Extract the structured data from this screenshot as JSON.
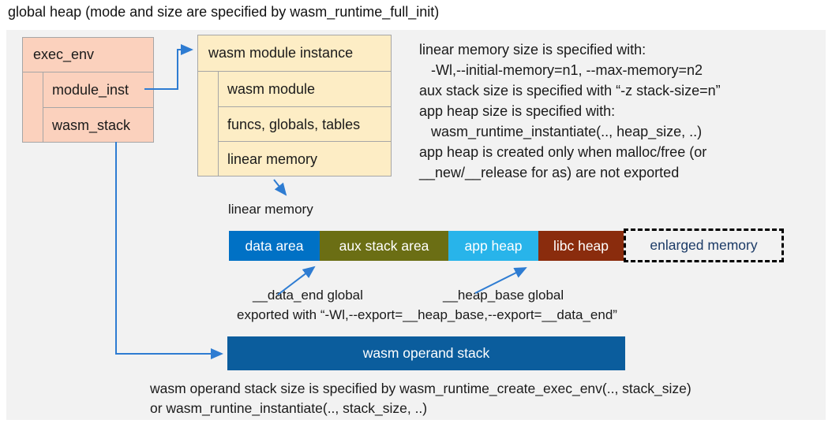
{
  "title": "global heap (mode and size are specified by wasm_runtime_full_init)",
  "exec_env": {
    "header": "exec_env",
    "rows": [
      "module_inst",
      "wasm_stack"
    ]
  },
  "module_instance": {
    "header": "wasm module instance",
    "rows": [
      "wasm module",
      "funcs, globals, tables",
      "linear memory"
    ]
  },
  "notes": {
    "lines": [
      "linear memory size is specified with:",
      "   -Wl,--initial-memory=n1, --max-memory=n2",
      "aux stack size is specified with “-z stack-size=n”",
      "app heap size is specified with:",
      "   wasm_runtime_instantiate(.., heap_size, ..)",
      "app heap is created only when malloc/free (or",
      "__new/__release for as) are not exported"
    ]
  },
  "linear_memory": {
    "label": "linear memory",
    "segments": [
      {
        "label": "data area",
        "color": "#0071c5"
      },
      {
        "label": "aux stack area",
        "color": "#6b6e14"
      },
      {
        "label": "app heap",
        "color": "#28b4ea"
      },
      {
        "label": "libc heap",
        "color": "#8a2c0d"
      }
    ],
    "enlarged": {
      "label": "enlarged memory",
      "text_color": "#1b3a66",
      "border_color": "#000000"
    }
  },
  "globals": {
    "data_end": "__data_end global",
    "heap_base": "__heap_base global",
    "exported": "exported with “-Wl,--export=__heap_base,--export=__data_end”"
  },
  "operand_stack": {
    "label": "wasm operand stack",
    "color": "#0b5d9d",
    "notes": [
      "wasm operand stack size is specified by wasm_runtime_create_exec_env(.., stack_size)",
      "or wasm_runtine_instantiate(.., stack_size, ..)"
    ]
  },
  "colors": {
    "panel_bg": "#f2f2f2",
    "exec_env_fill": "#fbd1bd",
    "module_instance_fill": "#fdedc5",
    "box_border": "#a6a6a6",
    "arrow": "#2e7cd2",
    "text": "#1a1a1a"
  }
}
